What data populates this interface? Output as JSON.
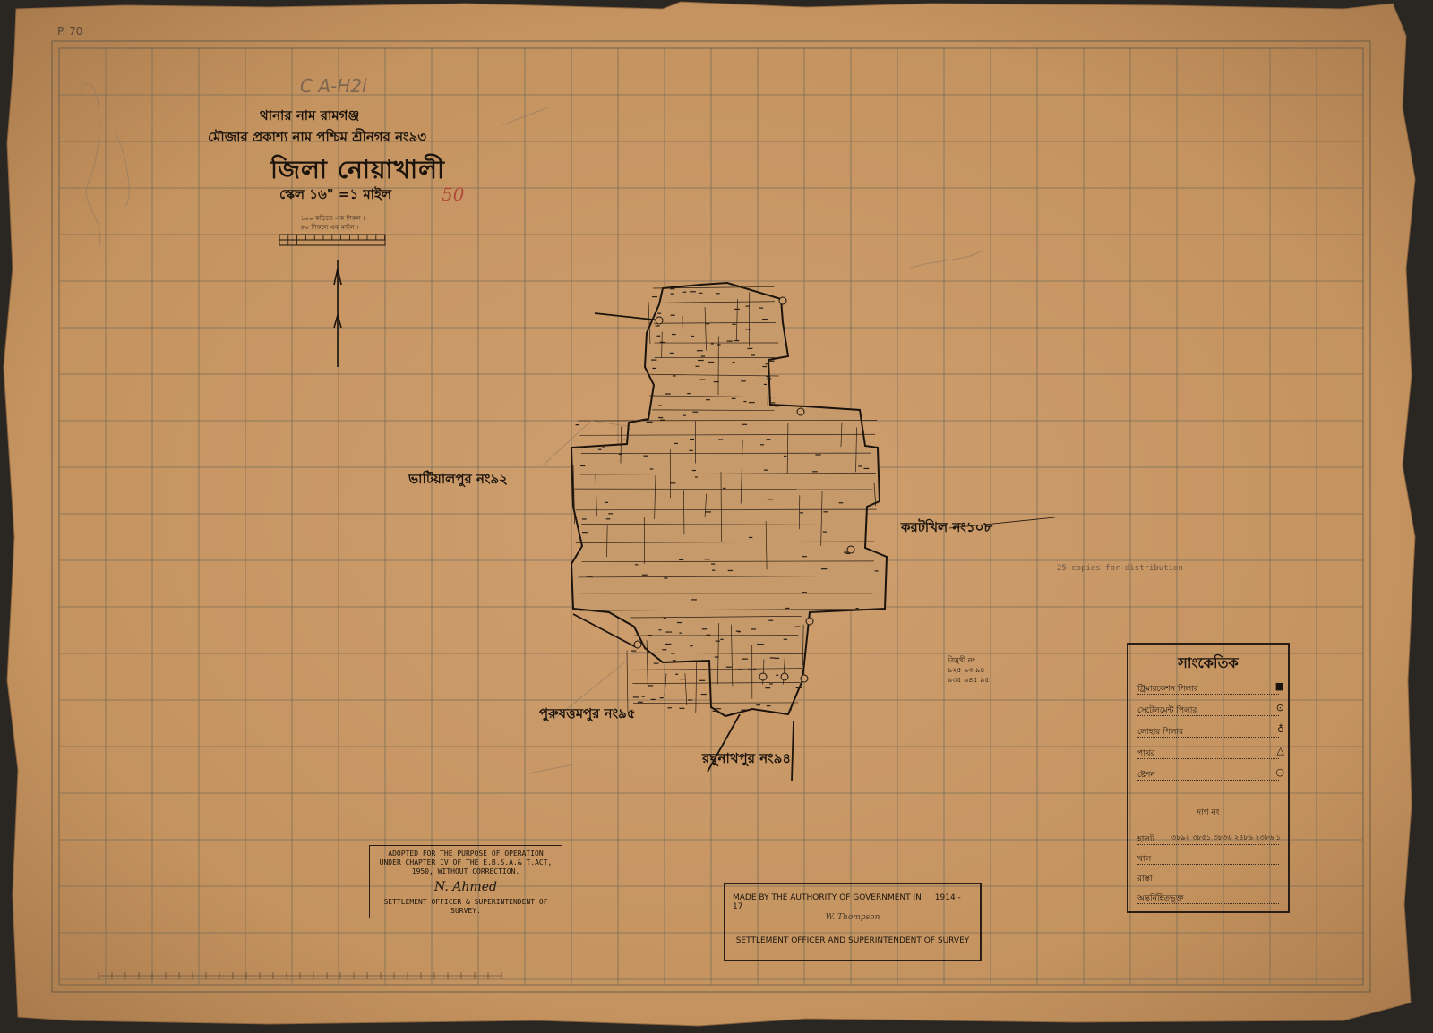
{
  "sheet": {
    "page_number": "P. 70",
    "pencil_note": "C  A-H2i",
    "red_number": "50"
  },
  "title": {
    "thana": "থানার নাম রামগঞ্জ",
    "mouza": "মৌজার প্রকাশ্য নাম পশ্চিম শ্রীনগর নং৯৩",
    "district": "জিলা নোয়াখালী",
    "scale": "স্কেল ১৬\" =১ মাইল",
    "scale_note_1": "১০০ কড়িতে এক শিকল ।",
    "scale_note_2": "৮০ শিকলে এক মাইল ।"
  },
  "neighbors": {
    "west": "ভাটিয়ালপুর নং৯২",
    "east": "করটখিল নং১০৮",
    "southwest": "পুরুষত্তমপুর নং৯৫",
    "south": "রঘুনাথপুর নং৯৪"
  },
  "trijunction": {
    "label": "ত্রিমুখী নং",
    "line1": "৯২৫  ৯৩  ৯৪",
    "line2": "৯৩৫  ৯৪৫  ৯৫"
  },
  "copies_note": "25 copies for distribution",
  "legend": {
    "title": "সাংকেতিক",
    "rows": [
      {
        "label": "ট্রিমারকেশন পিলার",
        "symbol": "■"
      },
      {
        "label": "সেটেলমেন্ট পিলার",
        "symbol": "⊙"
      },
      {
        "label": "লোহার পিলার",
        "symbol": "♁"
      },
      {
        "label": "পাথর",
        "symbol": "△"
      },
      {
        "label": "ষ্টেশন",
        "symbol": "○"
      }
    ],
    "plot_heading": "দাগ নং",
    "plot_rows": [
      {
        "label": "হালট",
        "value": "৩৮৯২ ৩৮৫১ ৩৮৩৬ ২৪৮৬ ২৩৮৬ ১"
      },
      {
        "label": "খাল",
        "value": ""
      },
      {
        "label": "রাস্তা",
        "value": ""
      },
      {
        "label": "অন্তর্নিহিতভূক্ত",
        "value": ""
      }
    ]
  },
  "stamp": {
    "line1": "ADOPTED FOR THE PURPOSE OF OPERATION",
    "line2": "UNDER CHAPTER IV OF THE E.B.S.A.& T.ACT,",
    "line3": "1950, WITHOUT CORRECTION.",
    "signature": "N. Ahmed",
    "line4": "SETTLEMENT OFFICER & SUPERINTENDENT OF",
    "line5": "SURVEY."
  },
  "authority": {
    "line1": "MADE BY THE AUTHORITY OF GOVERNMENT IN",
    "years": "1914 - 17",
    "signature": "W. Thompson",
    "line2": "SETTLEMENT OFFICER AND SUPERINTENDENT OF SURVEY"
  },
  "colors": {
    "paper": "#c99a6c",
    "ink": "#1c140c",
    "grid": "#7a6e58",
    "background": "#2a2622"
  }
}
